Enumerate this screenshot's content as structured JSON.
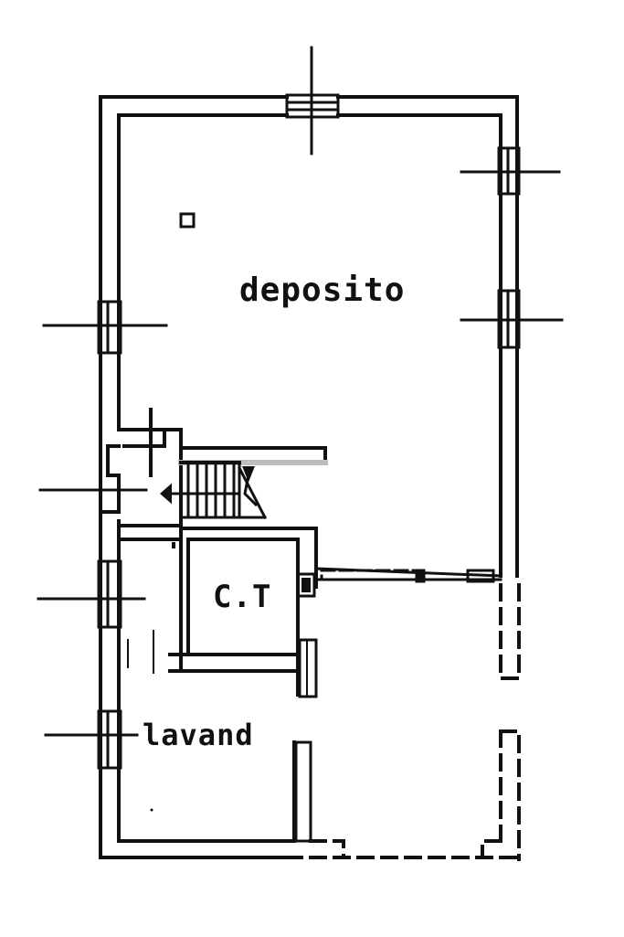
{
  "rooms": {
    "deposito": "deposito",
    "ct": "C.T",
    "lavand": "lavand"
  },
  "colors": {
    "ink": "#111111",
    "paper": "#ffffff",
    "stain": "#bdbdbd"
  }
}
